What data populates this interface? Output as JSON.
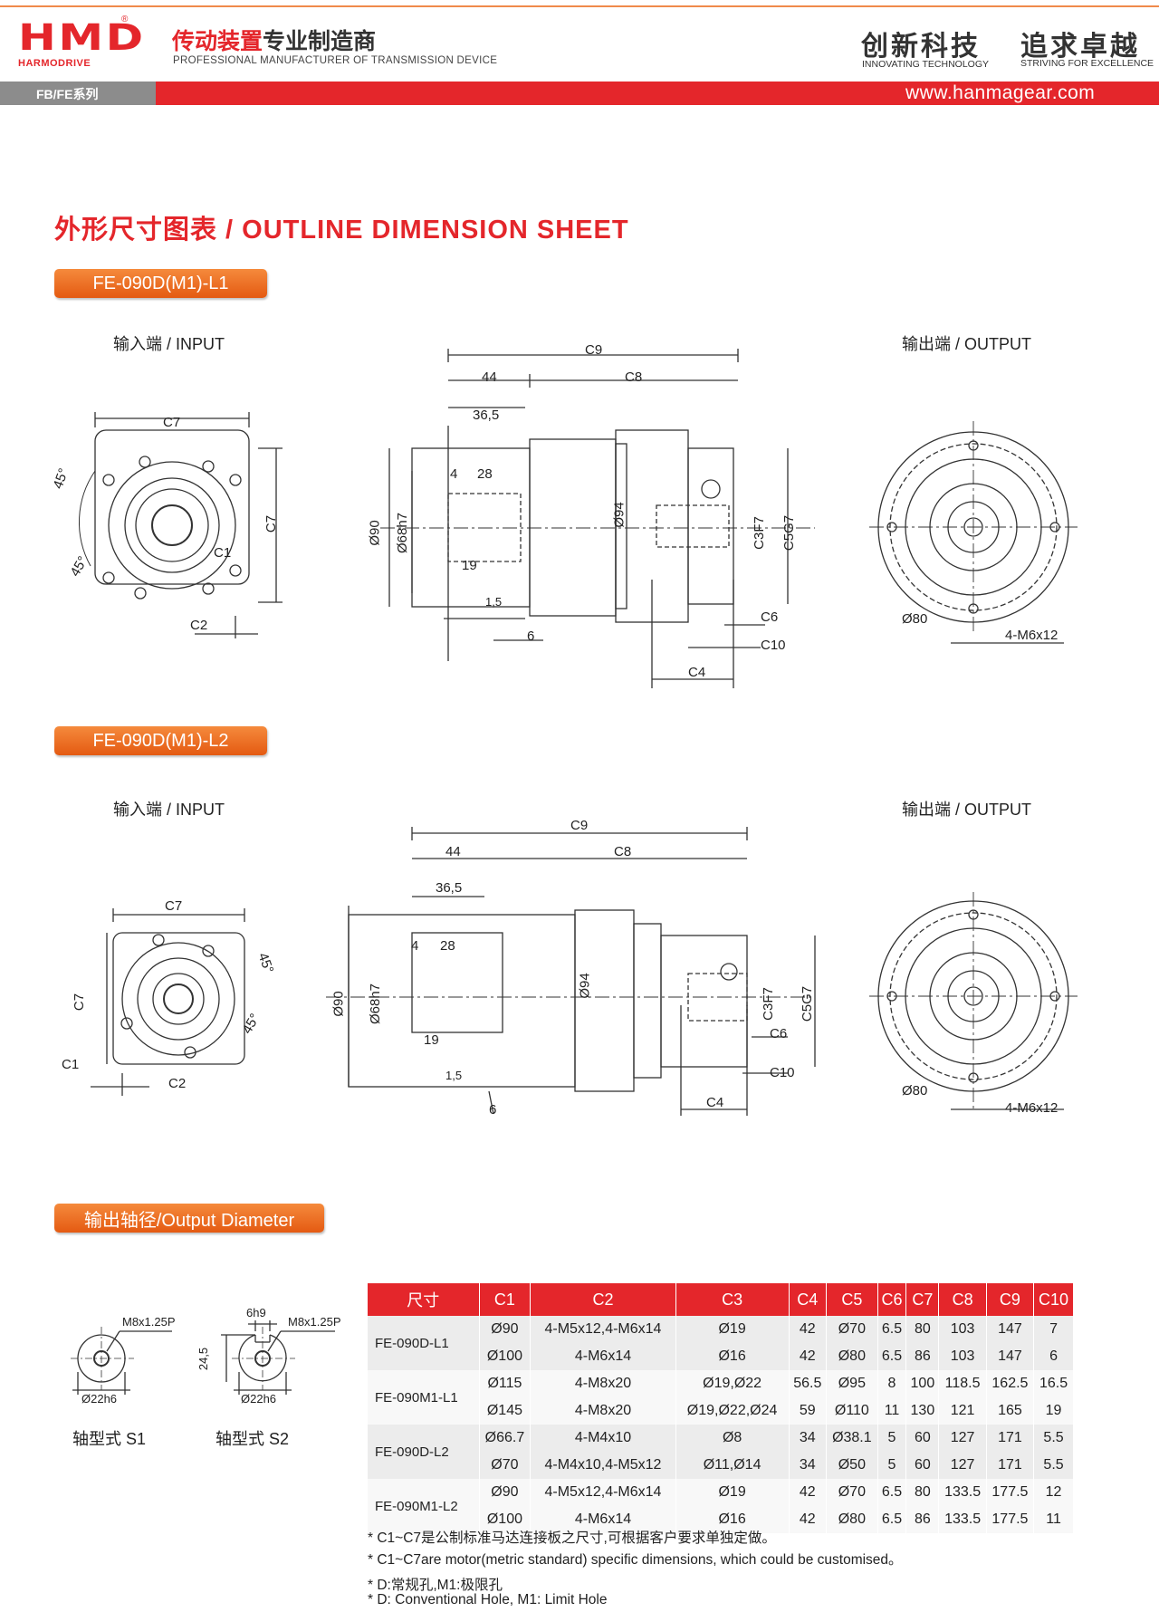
{
  "header": {
    "logo_text": "HMD",
    "logo_sub": "HARMODRIVE",
    "reg_mark": "®",
    "title_red": "传动装置",
    "title_dark": "专业制造商",
    "subtitle": "PROFESSIONAL MANUFACTURER OF TRANSMISSION DEVICE",
    "slogan_1": "创新科技",
    "slogan_1_en": "INNOVATING TECHNOLOGY",
    "slogan_2": "追求卓越",
    "slogan_2_en": "STRIVING FOR EXCELLENCE",
    "series": "FB/FE系列",
    "website": "www.hanmagear.com"
  },
  "page_title": "外形尺寸图表 / OUTLINE DIMENSION SHEET",
  "section1": {
    "tag": "FE-090D(M1)-L1",
    "input_label": "输入端 / INPUT",
    "output_label": "输出端 / OUTPUT",
    "dims": {
      "c7_top": "C7",
      "c7_side": "C7",
      "angle1": "45°",
      "angle2": "45°",
      "c1": "C1",
      "c2": "C2",
      "c9": "C9",
      "d44": "44",
      "c8": "C8",
      "d365": "36,5",
      "d4": "4",
      "d28": "28",
      "d90": "Ø90",
      "d68": "Ø68h7",
      "d94": "Ø94",
      "d19": "19",
      "d15": "1,5",
      "d6": "6",
      "c3": "C3F7",
      "c5": "C5G7",
      "c6": "C6",
      "c10": "C10",
      "c4": "C4",
      "d80": "Ø80",
      "holes": "4-M6x12"
    }
  },
  "section2": {
    "tag": "FE-090D(M1)-L2",
    "input_label": "输入端 / INPUT",
    "output_label": "输出端 / OUTPUT",
    "dims": {
      "c7_top": "C7",
      "c7_side": "C7",
      "angle1": "45°",
      "angle2": "45°",
      "c1": "C1",
      "c2": "C2",
      "c9": "C9",
      "d44": "44",
      "c8": "C8",
      "d365": "36,5",
      "d4": "4",
      "d28": "28",
      "d90": "Ø90",
      "d68": "Ø68h7",
      "d94": "Ø94",
      "d19": "19",
      "d15": "1,5",
      "d6": "6",
      "c3": "C3F7",
      "c5": "C5G7",
      "c6": "C6",
      "c10": "C10",
      "c4": "C4",
      "d80": "Ø80",
      "holes": "4-M6x12"
    }
  },
  "output_section": {
    "tag": "输出轴径/Output Diameter",
    "s1": {
      "thread": "M8x1.25P",
      "dia": "Ø22h6",
      "label": "轴型式 S1"
    },
    "s2": {
      "thread": "M8x1.25P",
      "dia": "Ø22h6",
      "key": "6h9",
      "height": "24,5",
      "label": "轴型式 S2"
    }
  },
  "table": {
    "headers": [
      "尺寸",
      "C1",
      "C2",
      "C3",
      "C4",
      "C5",
      "C6",
      "C7",
      "C8",
      "C9",
      "C10"
    ],
    "groups": [
      {
        "model": "FE-090D-L1",
        "rows": [
          [
            "Ø90",
            "4-M5x12,4-M6x14",
            "Ø19",
            "42",
            "Ø70",
            "6.5",
            "80",
            "103",
            "147",
            "7"
          ],
          [
            "Ø100",
            "4-M6x14",
            "Ø16",
            "42",
            "Ø80",
            "6.5",
            "86",
            "103",
            "147",
            "6"
          ]
        ]
      },
      {
        "model": "FE-090M1-L1",
        "rows": [
          [
            "Ø115",
            "4-M8x20",
            "Ø19,Ø22",
            "56.5",
            "Ø95",
            "8",
            "100",
            "118.5",
            "162.5",
            "16.5"
          ],
          [
            "Ø145",
            "4-M8x20",
            "Ø19,Ø22,Ø24",
            "59",
            "Ø110",
            "11",
            "130",
            "121",
            "165",
            "19"
          ]
        ]
      },
      {
        "model": "FE-090D-L2",
        "rows": [
          [
            "Ø66.7",
            "4-M4x10",
            "Ø8",
            "34",
            "Ø38.1",
            "5",
            "60",
            "127",
            "171",
            "5.5"
          ],
          [
            "Ø70",
            "4-M4x10,4-M5x12",
            "Ø11,Ø14",
            "34",
            "Ø50",
            "5",
            "60",
            "127",
            "171",
            "5.5"
          ]
        ]
      },
      {
        "model": "FE-090M1-L2",
        "rows": [
          [
            "Ø90",
            "4-M5x12,4-M6x14",
            "Ø19",
            "42",
            "Ø70",
            "6.5",
            "80",
            "133.5",
            "177.5",
            "12"
          ],
          [
            "Ø100",
            "4-M6x14",
            "Ø16",
            "42",
            "Ø80",
            "6.5",
            "86",
            "133.5",
            "177.5",
            "11"
          ]
        ]
      }
    ]
  },
  "notes": [
    "* C1~C7是公制标准马达连接板之尺寸,可根据客户要求单独定做。",
    "* C1~C7are motor(metric standard)  specific dimensions, which could be customised。",
    "* D:常规孔,M1:极限孔",
    "* D: Conventional Hole, M1: Limit Hole"
  ]
}
